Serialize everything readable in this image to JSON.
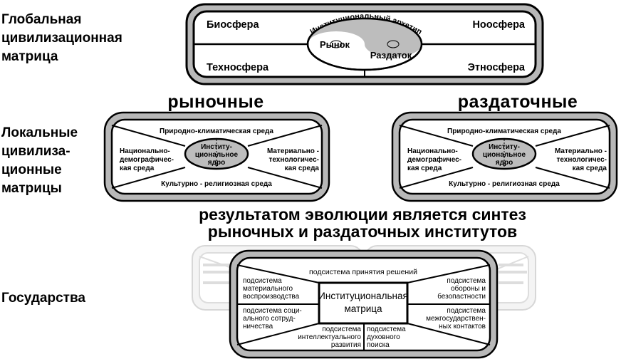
{
  "left_labels": {
    "global": [
      "Глобальная",
      "цивилизационная",
      "матрица"
    ],
    "local": [
      "Локальные",
      "цивилиза-",
      "ционные",
      "матрицы"
    ],
    "state": "Государства"
  },
  "global_matrix": {
    "spheres": {
      "biosphere": "Биосфера",
      "noosphere": "Ноосфера",
      "technosphere": "Техносфера",
      "ethnosphere": "Этносфера"
    },
    "archetype_caption": "Институциональный архетип",
    "yin": "Рынок",
    "yang": "Раздаток"
  },
  "headings": {
    "market": "рыночные",
    "redistributive": "раздаточные",
    "synthesis_line1": "результатом эволюции является синтез",
    "synthesis_line2": "рыночных и раздаточных институтов"
  },
  "local_matrix": {
    "top": "Природно-климатическая среда",
    "bottom": "Культурно - религиозная среда",
    "left": [
      "Национально-",
      "демографичес-",
      "кая среда"
    ],
    "right": [
      "Материально -",
      "технологичес-",
      "кая среда"
    ],
    "core": [
      "Институ-",
      "циональное",
      "ядро"
    ]
  },
  "state_matrix": {
    "center": [
      "Институциональная",
      "матрица"
    ],
    "top": "подсистема принятия решений",
    "left_upper": [
      "подсистема",
      "материального",
      "воспроизводства"
    ],
    "left_lower": [
      "подсистема соци-",
      "ального сотруд-",
      "ничества"
    ],
    "right_upper": [
      "подсистема",
      "обороны и",
      "безопастности"
    ],
    "right_lower": [
      "подсистема",
      "межгосударствен-",
      "ных контактов"
    ],
    "bottom_left": [
      "подсистема",
      "интеллектуального",
      "развития"
    ],
    "bottom_right": [
      "подсистема",
      "духовного",
      "поиска"
    ]
  }
}
